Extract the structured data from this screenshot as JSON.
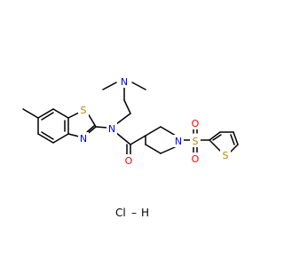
{
  "atom_labels": {
    "n_dimethyl": "N",
    "n_amide": "N",
    "s_thiazole": "S",
    "n_thiazole": "N",
    "o_amide": "O",
    "n_piperidine": "N",
    "s_sulfonyl": "S",
    "o_sulfonyl_upper": "O",
    "o_sulfonyl_lower": "O",
    "s_thiophene": "S"
  },
  "salt": {
    "cl": "Cl",
    "dash": "–",
    "h": "H"
  },
  "colors": {
    "bond": "#000000",
    "nitrogen": "#0000ff",
    "oxygen": "#ff0000",
    "sulfur": "#b8860b",
    "chlorine": "#000000"
  }
}
